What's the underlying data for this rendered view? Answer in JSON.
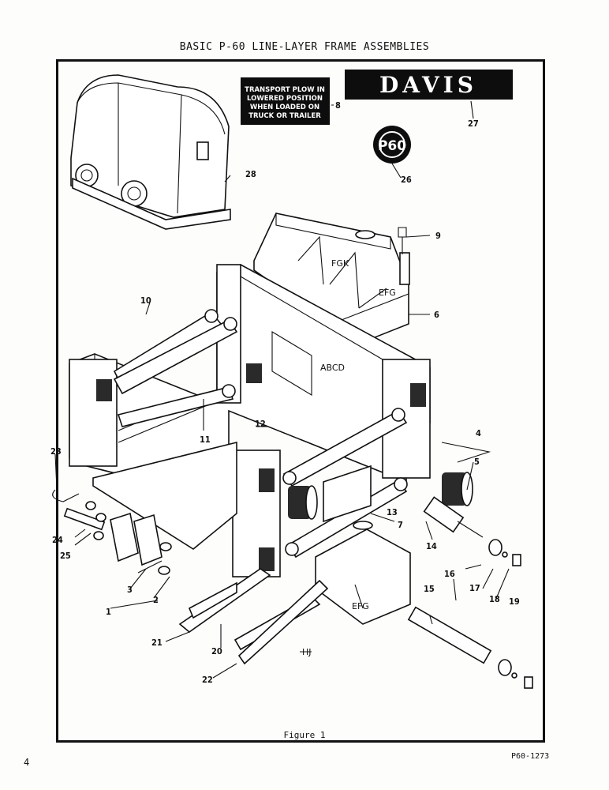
{
  "header": {
    "title": "BASIC P-60 LINE-LAYER FRAME ASSEMBLIES"
  },
  "figure": {
    "caption": "Figure 1",
    "decal_text": [
      "TRANSPORT PLOW IN",
      "LOWERED POSITION",
      "WHEN LOADED ON",
      "TRUCK OR TRAILER"
    ],
    "brand_logo": "DAVIS",
    "model_badge": "P60",
    "callouts": [
      "1",
      "2",
      "3",
      "4",
      "5",
      "6",
      "7",
      "8",
      "9",
      "10",
      "11",
      "12",
      "13",
      "14",
      "15",
      "16",
      "17",
      "18",
      "19",
      "20",
      "21",
      "22",
      "23",
      "24",
      "25",
      "26",
      "27",
      "28"
    ],
    "zone_labels": [
      "FGK",
      "EFG",
      "ABCD",
      "EFG",
      "HJ"
    ]
  },
  "footer": {
    "page_number": "4",
    "doc_code": "P60-1273"
  }
}
